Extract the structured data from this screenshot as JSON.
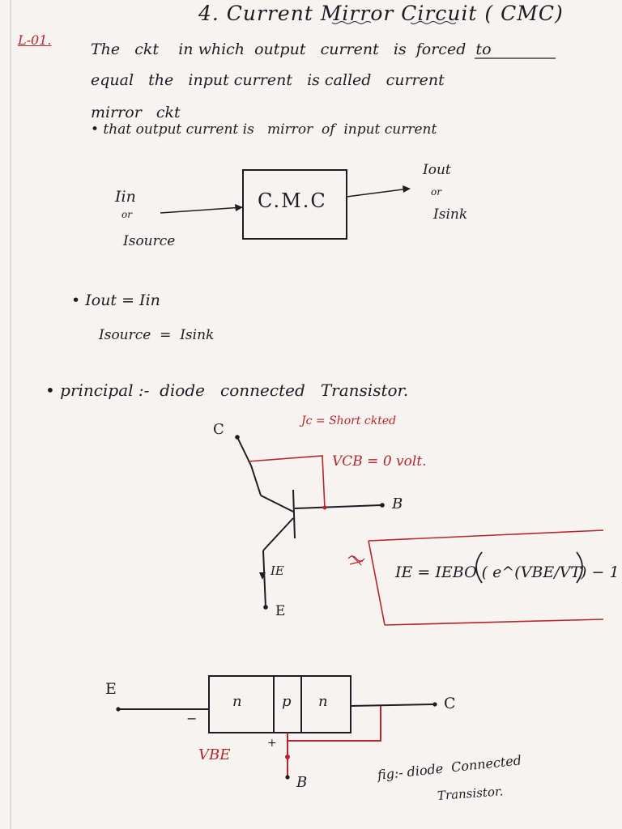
{
  "title": "4. Current Mirror Circuit ( CMC)",
  "lecture_tag": "L-01.",
  "definition": {
    "line1": "The   ckt    in which  output   current   is  forced  to",
    "line2": "equal   the   input current   is called   current",
    "line3": "mirror   ckt",
    "line4": "• that output current is   mirror  of  input current"
  },
  "block_diagram": {
    "box_label": "C.M.C",
    "input_label": "Iin",
    "input_or": "or",
    "input_alt": "Isource",
    "output_label": "Iout",
    "output_or": "or",
    "output_alt": "Isink"
  },
  "equations": {
    "eq1": "• Iout = Iin",
    "eq2": "Isource  =  Isink"
  },
  "principle": {
    "heading": "• principal :-  diode   connected   Transistor.",
    "transistor": {
      "collector": "C",
      "base": "B",
      "emitter": "E",
      "emitter_current": "IE",
      "note_short": "Jc = Short ckted",
      "note_vcb": "VCB = 0 volt."
    },
    "formula": "IE = IEBO ( e^(VBE/VT) − 1 )"
  },
  "junction_diagram": {
    "left_terminal": "E",
    "right_terminal": "C",
    "base_terminal": "B",
    "regions": [
      "n",
      "p",
      "n"
    ],
    "voltage_label": "VBE",
    "minus": "−",
    "plus": "+"
  },
  "caption": {
    "line1": "fig:- diode  Connected",
    "line2": "Transistor."
  },
  "colors": {
    "ink": "#1d1c24",
    "red_ink": "#b3262c",
    "paper": "#f6f3f1"
  }
}
